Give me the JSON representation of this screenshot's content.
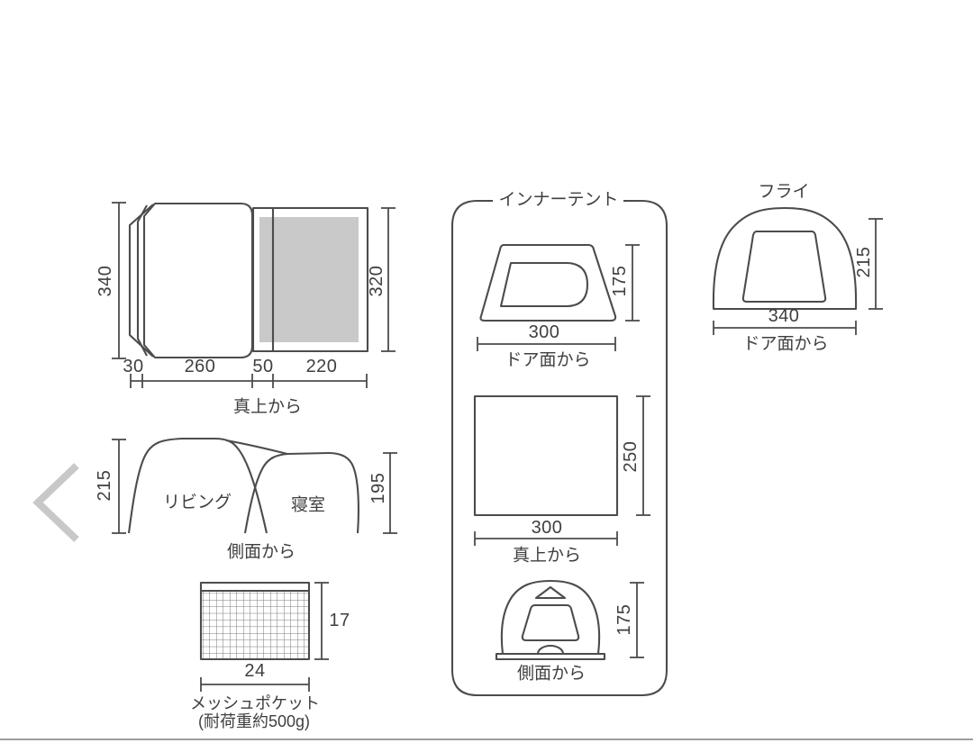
{
  "colors": {
    "background": "#ffffff",
    "line": "#4c4c4c",
    "text": "#3f3f3f",
    "gray_fill": "#c9c9c9",
    "mesh_grid": "#7a7a7a",
    "chevron": "#c8c8c8",
    "bottom_divider": "#9e9e9e"
  },
  "carousel": {
    "prev_icon": "chevron-left"
  },
  "overall": {
    "top_view": {
      "caption": "真上から",
      "dim_left": "340",
      "dim_right": "320",
      "dim_bottom": [
        "30",
        "260",
        "50",
        "220"
      ]
    },
    "side_view": {
      "caption": "側面から",
      "dim_left": "215",
      "dim_right": "195",
      "room_left": "リビング",
      "room_right": "寝室"
    }
  },
  "mesh_pocket": {
    "name": "メッシュポケット",
    "capacity_note": "(耐荷重約500g)",
    "dim_height": "17",
    "dim_width": "24"
  },
  "inner_tent": {
    "title": "インナーテント",
    "door_view": {
      "caption": "ドア面から",
      "dim_width": "300",
      "dim_height": "175"
    },
    "top_view": {
      "caption": "真上から",
      "dim_width": "300",
      "dim_depth": "250"
    },
    "side_view": {
      "caption": "側面から",
      "dim_height": "175"
    }
  },
  "fly": {
    "title": "フライ",
    "door_view": {
      "caption": "ドア面から",
      "dim_width": "340",
      "dim_height": "215"
    }
  }
}
